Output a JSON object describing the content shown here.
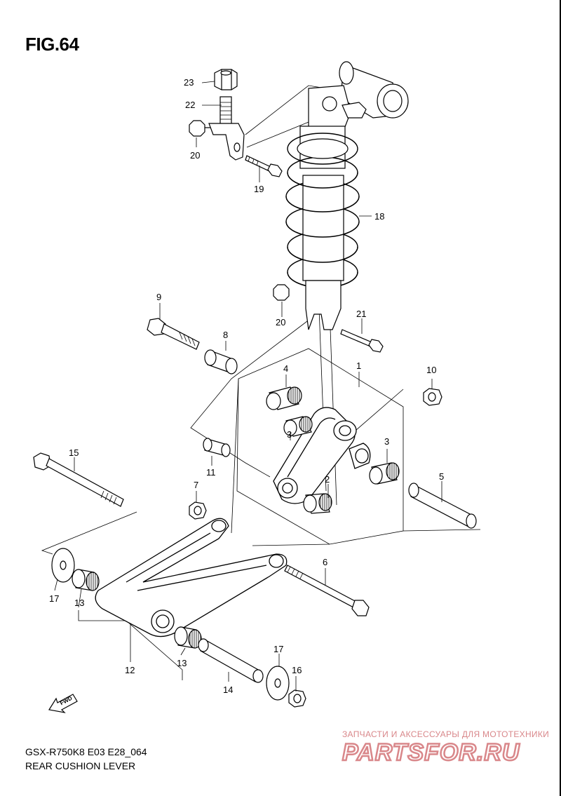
{
  "figure": {
    "title": "FIG.64",
    "model_code": "GSX-R750K8 E03 E28_064",
    "section_name": "REAR CUSHION LEVER"
  },
  "callouts": [
    "23",
    "22",
    "20",
    "19",
    "18",
    "9",
    "20",
    "21",
    "8",
    "1",
    "10",
    "4",
    "3",
    "3",
    "11",
    "2",
    "15",
    "7",
    "5",
    "6",
    "17",
    "13",
    "13",
    "12",
    "17",
    "14",
    "16"
  ],
  "arrow": {
    "label": "FWD"
  },
  "watermark": {
    "tagline": "ЗАПЧАСТИ И АКСЕССУАРЫ ДЛЯ МОТОТЕХНИКИ",
    "brand": "PARTSFOR.RU",
    "color": "#d9878a"
  }
}
